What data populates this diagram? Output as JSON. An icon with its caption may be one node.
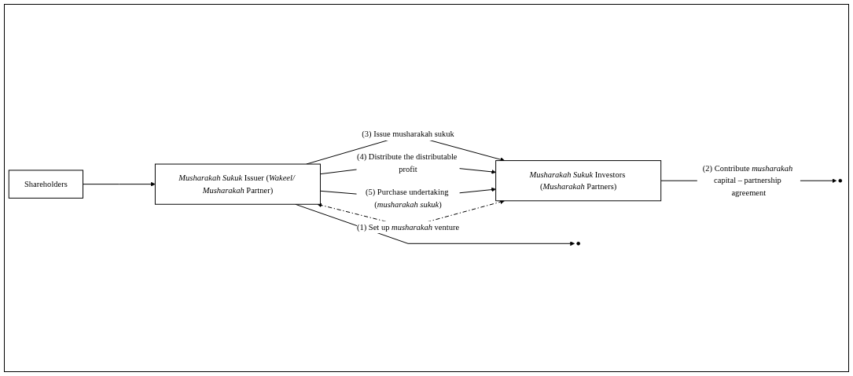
{
  "diagram": {
    "nodes": [
      {
        "text": [
          "Shareholders"
        ]
      },
      {
        "text": [
          "*Musharakah Sukuk* Investors (*Musharakah* Partners)"
        ]
      },
      {
        "text": [
          "*Musharakah Sukuk* Issuer (*Wakeel/ Musharakah* Partner)"
        ]
      }
    ],
    "edges": [
      {
        "from": 0,
        "to": 2,
        "arrow": "to"
      },
      {
        "from": 1,
        "to": 2,
        "arrow": "both",
        "style": "dashed",
        "label": "(1) Set up *musharakah* venture"
      },
      {
        "from": 1,
        "to": null,
        "arrow": "to",
        "label": "(2) Contribute *musharakah* capital – partnership agreement"
      },
      {
        "from": 2,
        "to": null,
        "arrow": "to"
      },
      {
        "from": 2,
        "to": 1,
        "arrow": "to",
        "label": "(3) Issue musharakah sukuk"
      },
      {
        "from": 2,
        "to": 1,
        "arrow": "to",
        "label": "(4) Distribute the distributable profit"
      },
      {
        "from": 2,
        "to": 1,
        "arrow": "to",
        "label": "(5) Purchase undertaking (*musharakah sukuk*)"
      }
    ]
  }
}
